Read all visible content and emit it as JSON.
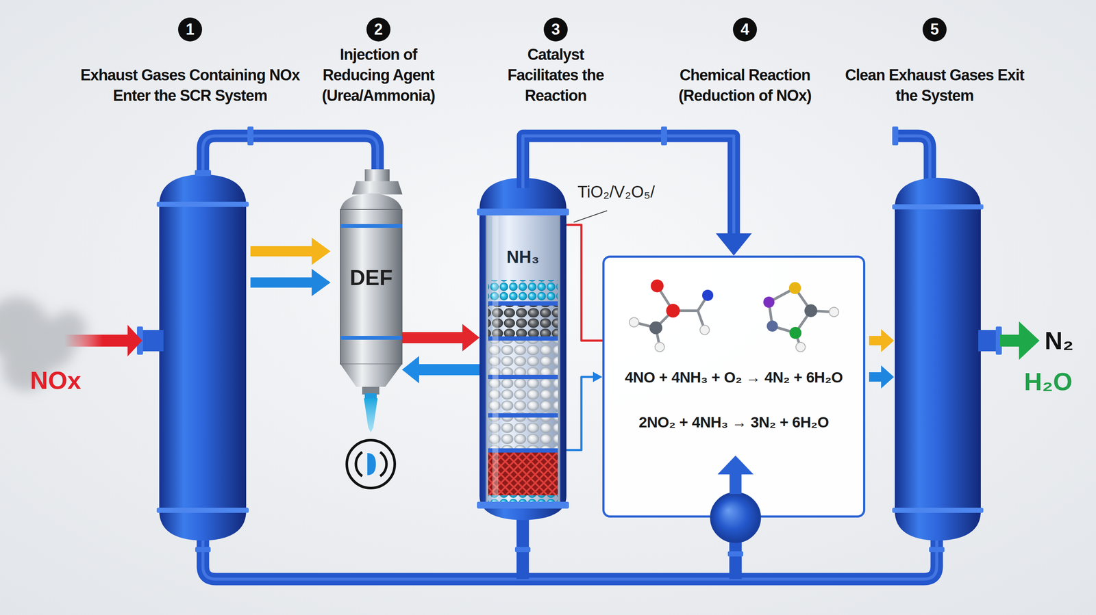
{
  "diagram": {
    "nodes": [
      {
        "text": [
          "1",
          "Exhaust Gases Containing NOx Enter the SCR System"
        ]
      },
      {
        "text": [
          "2",
          "Injection of Reducing Agent (Urea/Ammonia)"
        ]
      },
      {
        "text": [
          "3",
          "Catalyst Facilitates the Reaction"
        ]
      },
      {
        "text": [
          "4",
          "Chemical Reaction (Reduction of NOx)"
        ]
      },
      {
        "text": [
          "5",
          "Clean Exhaust Gases Exit the System"
        ]
      },
      {
        "text": [
          "DEF"
        ]
      },
      {
        "text": [
          "NH₃"
        ]
      },
      {
        "text": [
          "4NO + 4NH₃ + O₂ → 4N₂ + 6H₂O",
          "2NO₂ + 4NH₃ → 3N₂ + 6H₂O"
        ]
      }
    ],
    "edges": [
      {
        "from": 5,
        "to": 6,
        "arrow": "to"
      },
      {
        "from": 6,
        "to": 5,
        "arrow": "to"
      },
      {
        "from": 6,
        "to": 7,
        "arrow": "none"
      },
      {
        "from": 6,
        "to": 7,
        "arrow": "to"
      },
      {
        "from": 6,
        "to": 7,
        "arrow": "to"
      }
    ],
    "labels": [
      "NOx",
      "TiO₂/V₂O₅/",
      "N₂",
      "H₂O"
    ]
  }
}
